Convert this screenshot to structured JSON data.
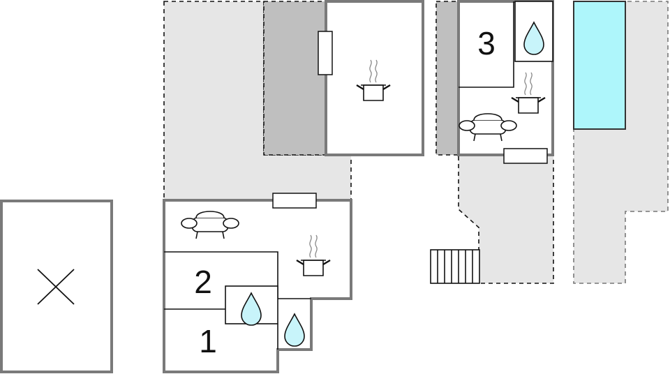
{
  "rooms": [
    {
      "number": "1"
    },
    {
      "number": "2"
    },
    {
      "number": "3"
    }
  ],
  "icons": {
    "bathroom": "water-drop-icon",
    "kitchen": "cooking-pot-icon",
    "living": "sofa-icon",
    "stairs": "stairs-icon",
    "pool": "pool-icon",
    "parking": "cross-icon"
  },
  "colors": {
    "wall": "#7a7a7a",
    "outdoor": "#e6e6e6",
    "covered": "#bfbfbf",
    "water": "#c8f4fa",
    "pool": "#aef6fb"
  }
}
